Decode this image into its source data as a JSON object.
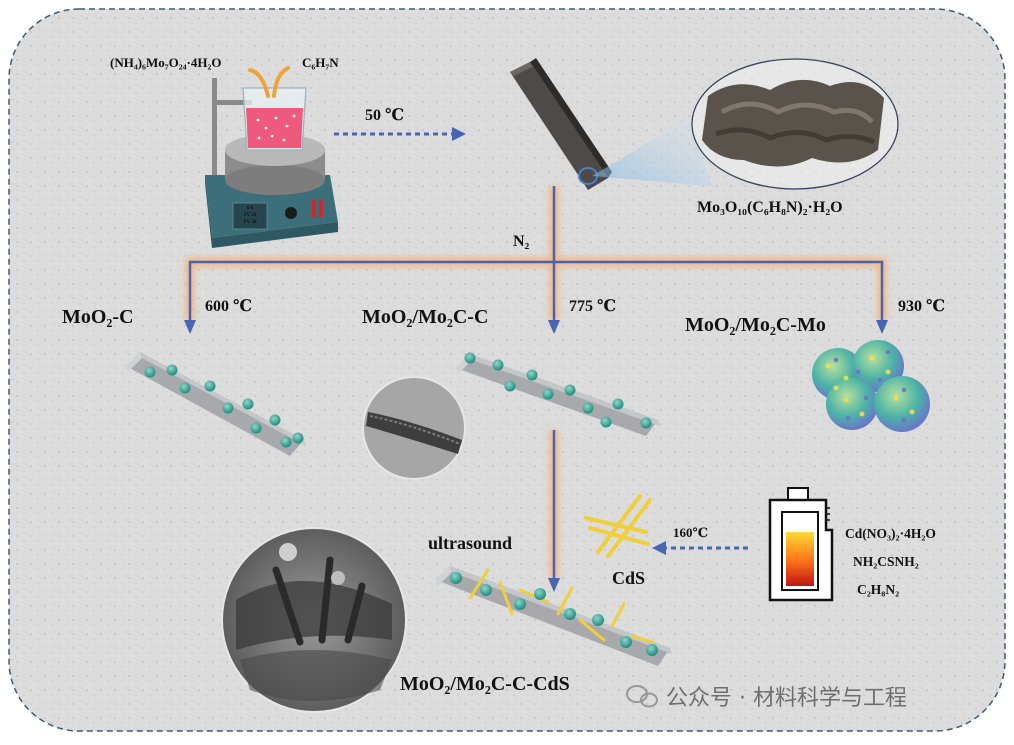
{
  "labels": {
    "precursor_a": "(NH₄)₆Mo₇O₂₄·4H₂O",
    "precursor_b": "C₆H₇N",
    "temp_50": "50 ℃",
    "intermediate": "Mo₃O₁₀(C₆H₈N)₂·H₂O",
    "atmosphere": "N₂",
    "product_1": "MoO₂-C",
    "temp_600": "600 ℃",
    "product_2": "MoO₂/Mo₂C-C",
    "temp_775": "775 ℃",
    "product_3": "MoO₂/Mo₂C-Mo",
    "temp_930": "930 ℃",
    "ultrasound": "ultrasound",
    "temp_160": "160℃",
    "cds": "CdS",
    "reagent_1": "Cd(NO₃)₂·4H₂O",
    "reagent_2": "NH₂CSNH₂",
    "reagent_3": "C₂H₈N₂",
    "final_product": "MoO₂/Mo₂C-C-CdS",
    "stirrer_display_1": "6 h",
    "stirrer_display_2": "SV 50",
    "stirrer_display_3": "PV 50",
    "watermark": "公众号 · 材料科学与工程"
  },
  "colors": {
    "arrow_blue": "#4a64b4",
    "glow_orange": "#f6b27a",
    "particle_teal": "#2fa59a",
    "rod_gray": "#a7a9ac",
    "cds_yellow": "#f0cf39",
    "border_dash": "#3d5d78"
  },
  "icons": [
    "hotplate-stirrer-icon",
    "beaker-icon",
    "autoclave-icon",
    "watermark-wechat-icon"
  ]
}
